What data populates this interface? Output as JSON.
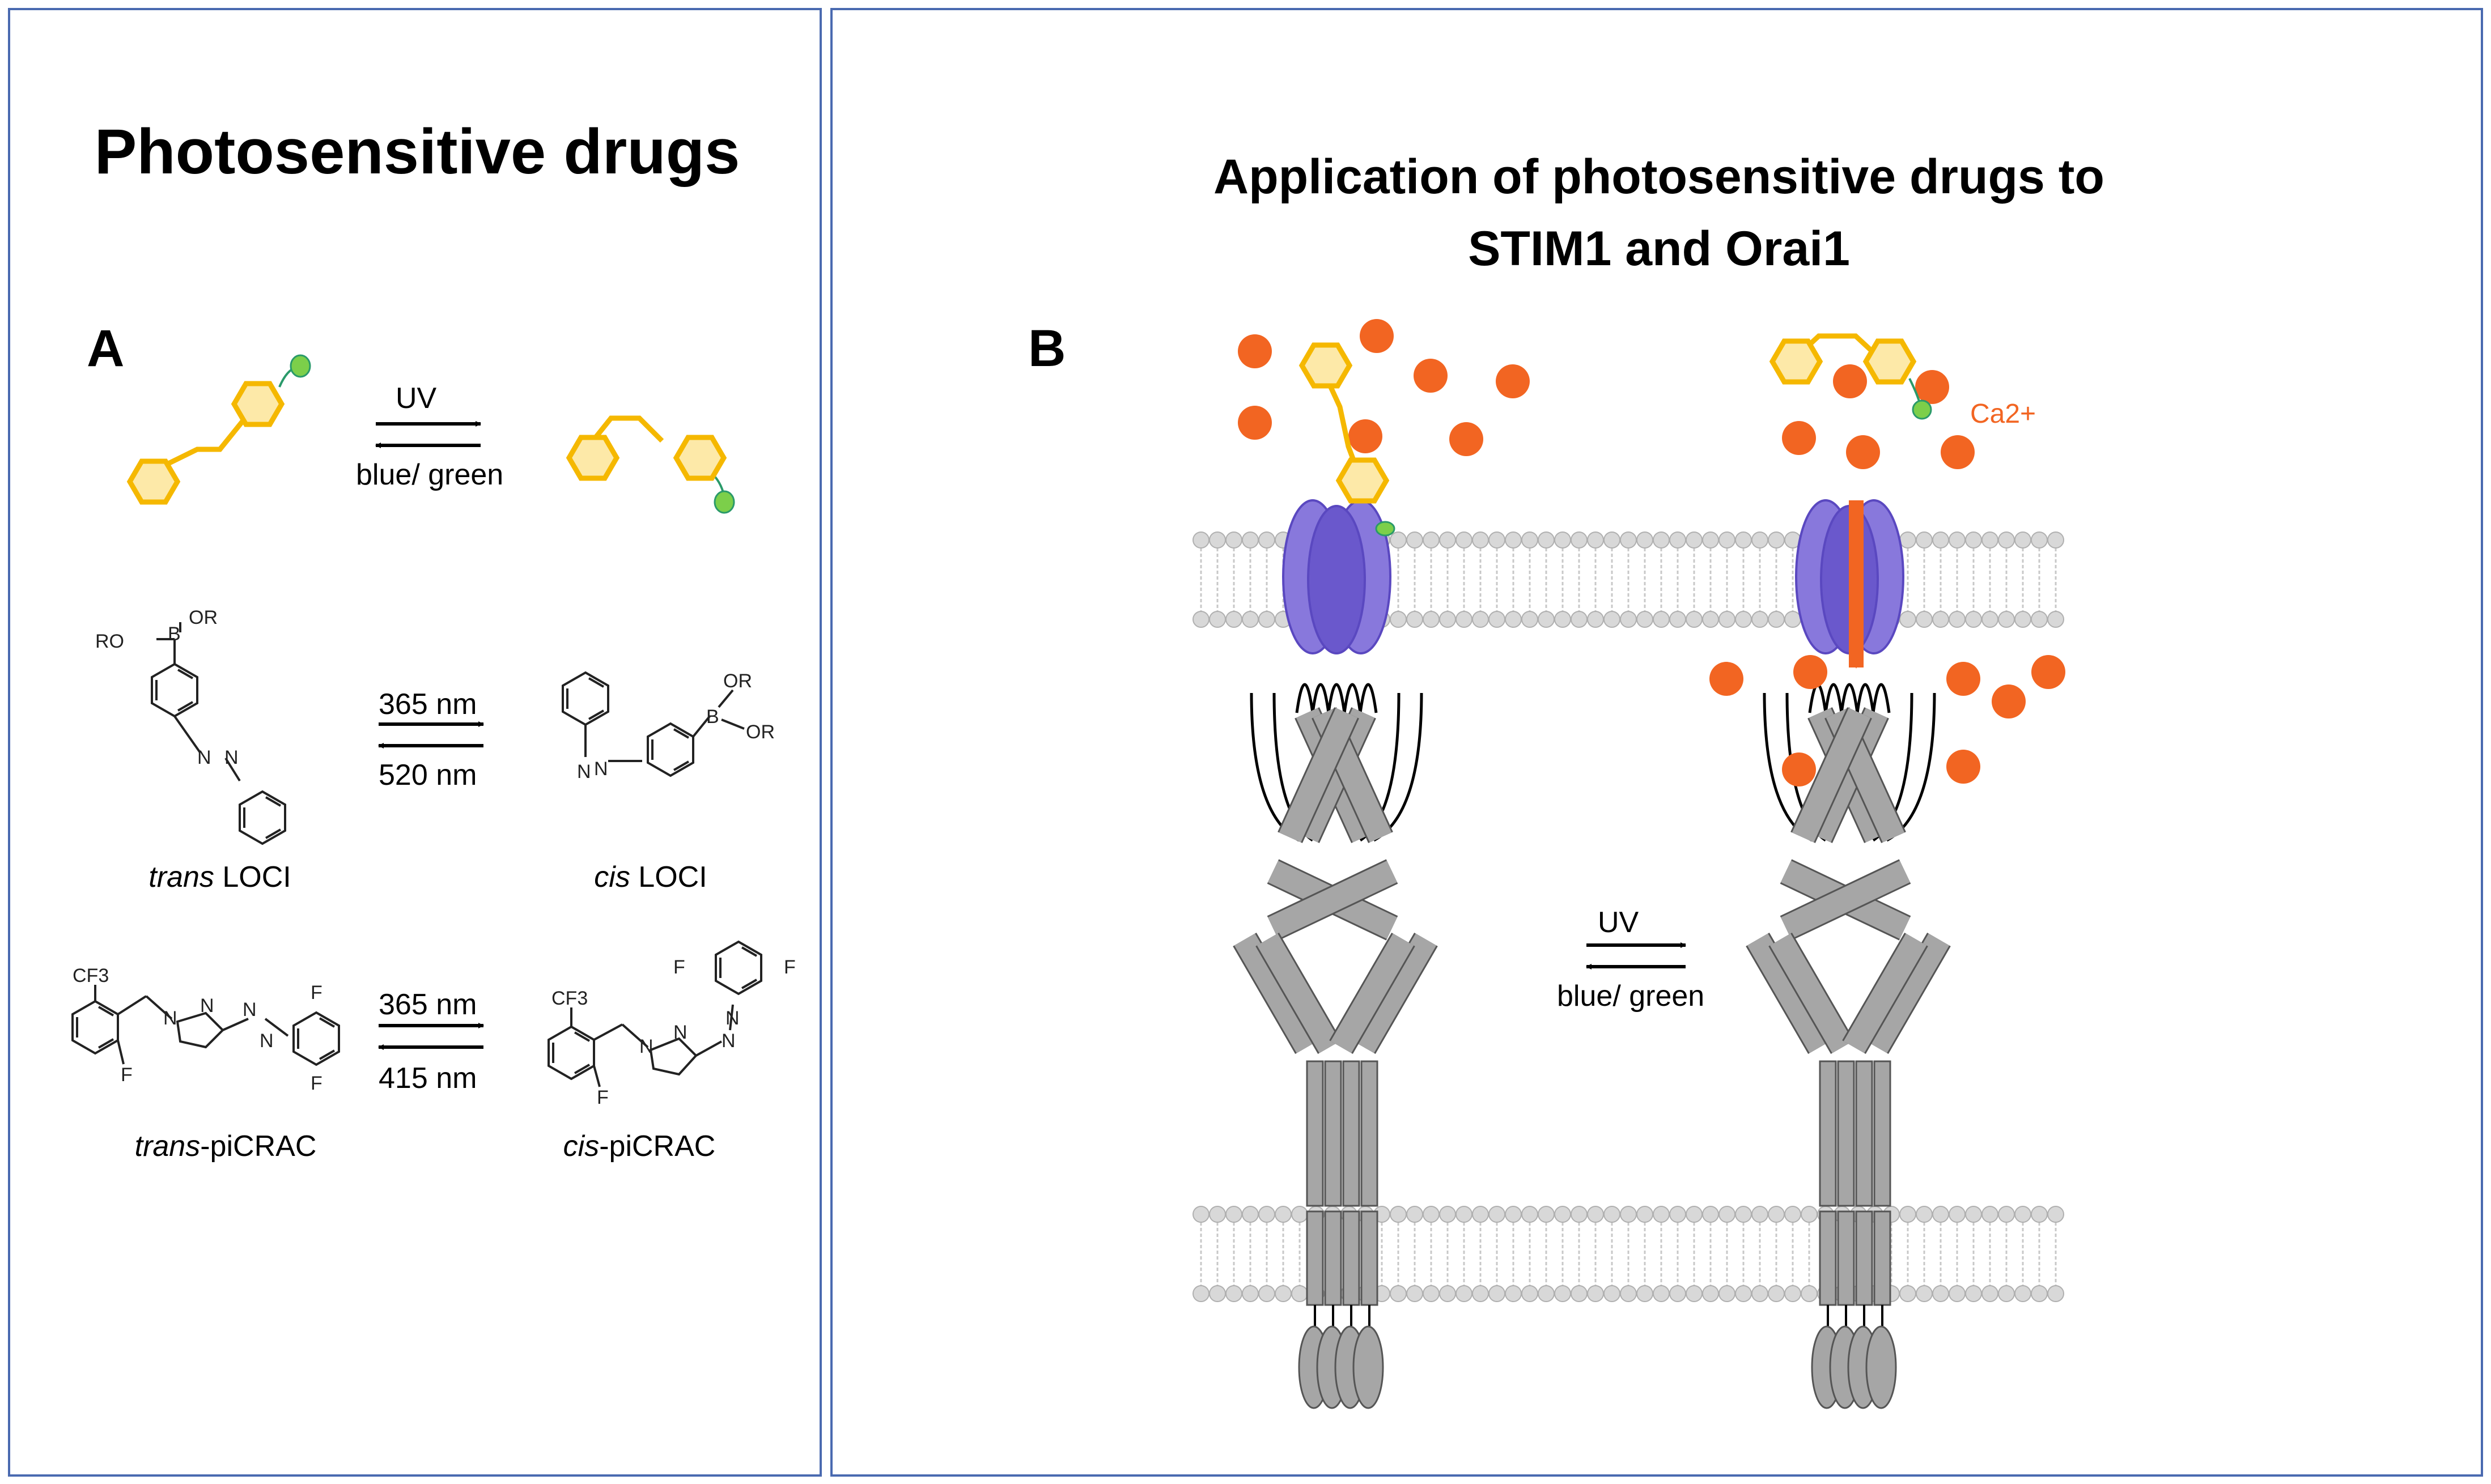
{
  "panel_a": {
    "title": "Photosensitive drugs",
    "letter": "A",
    "row1": {
      "forward": "UV",
      "reverse": "blue/ green"
    },
    "row2": {
      "forward": "365 nm",
      "reverse": "520 nm",
      "left_name_italic": "trans",
      "left_name_rest": " LOCI",
      "right_name_italic": "cis",
      "right_name_rest": " LOCI",
      "atoms": {
        "or": "OR",
        "ro": "RO",
        "b": "B",
        "n": "N"
      }
    },
    "row3": {
      "forward": "365 nm",
      "reverse": "415 nm",
      "left_name_italic": "trans",
      "left_name_rest": "-piCRAC",
      "right_name_italic": "cis",
      "right_name_rest": "-piCRAC",
      "atoms": {
        "cf3": "CF3",
        "f": "F",
        "n": "N"
      }
    }
  },
  "panel_b": {
    "title_line1": "Application of photosensitive drugs to",
    "title_line2": "STIM1 and Orai1",
    "letter": "B",
    "ion_label": "Ca2+",
    "forward": "UV",
    "reverse": "blue/ green"
  },
  "colors": {
    "border": "#4a6ab0",
    "hexagon_fill": "#fde9a8",
    "hexagon_stroke": "#f5b800",
    "green_dot": "#7ccf4a",
    "calcium": "#f26522",
    "channel": "#8878dc",
    "channel_dark": "#5a48c0",
    "stim_gray": "#a6a6a6",
    "lipid": "#d8d8d8"
  }
}
